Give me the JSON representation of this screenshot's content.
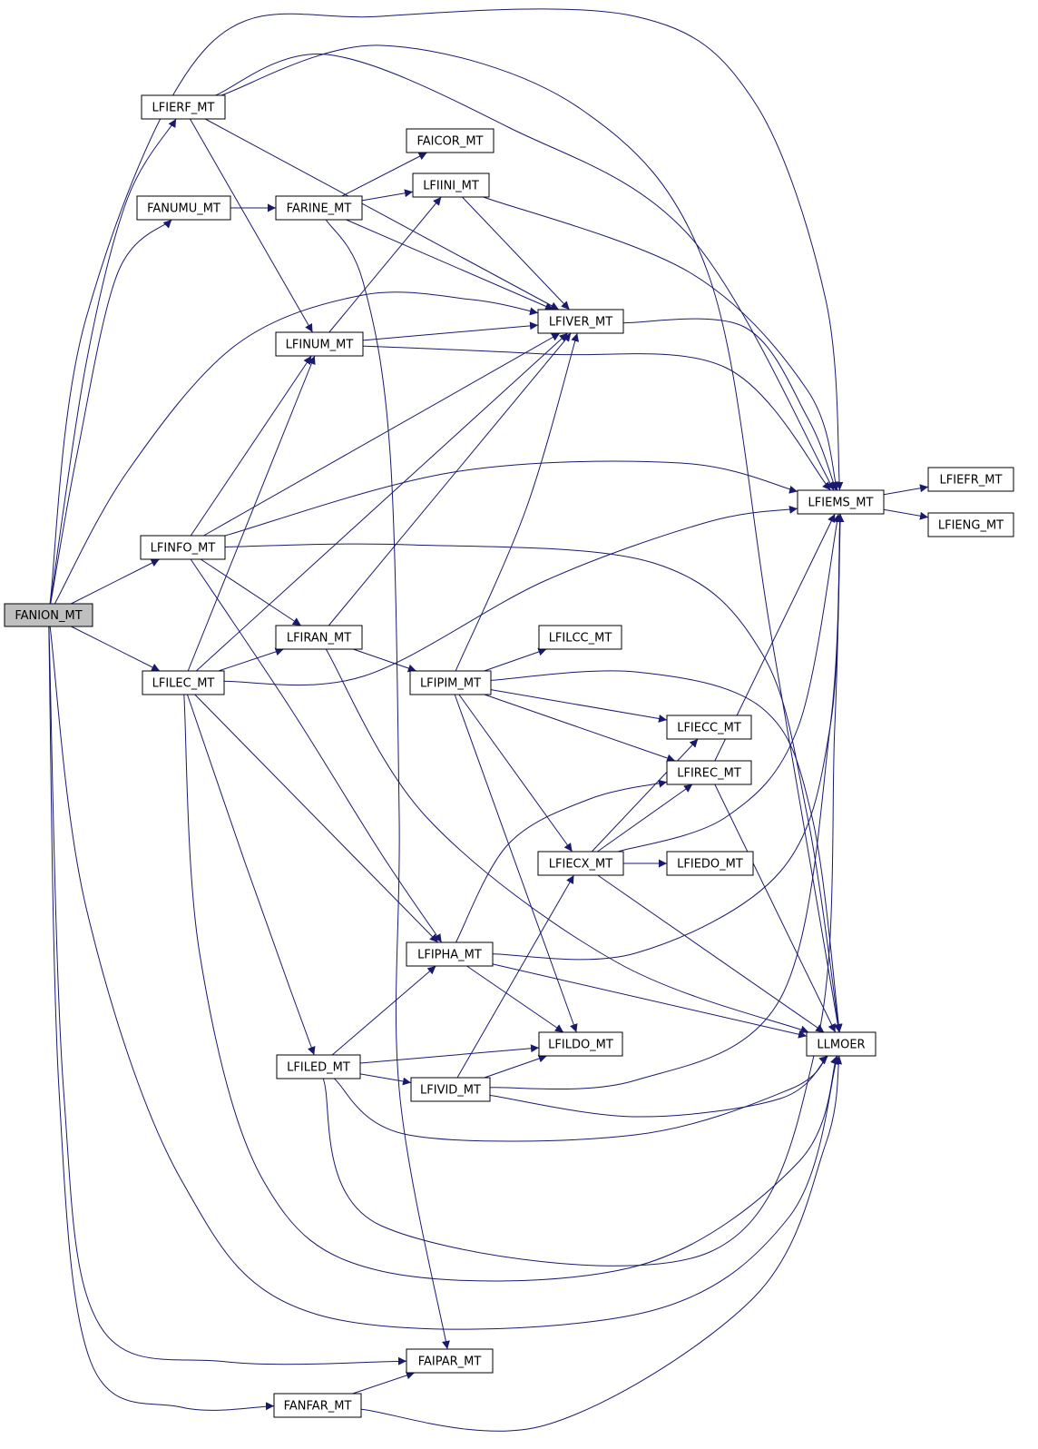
{
  "colors": {
    "edge": "#191970",
    "node_fill": "#ffffff",
    "root_fill": "#bfbfbf",
    "node_stroke": "#000000"
  },
  "root": "FANION_MT",
  "nodes": [
    {
      "id": "FANION_MT",
      "label": "FANION_MT"
    },
    {
      "id": "LFIERF_MT",
      "label": "LFIERF_MT"
    },
    {
      "id": "FANUMU_MT",
      "label": "FANUMU_MT"
    },
    {
      "id": "FARINE_MT",
      "label": "FARINE_MT"
    },
    {
      "id": "FAICOR_MT",
      "label": "FAICOR_MT"
    },
    {
      "id": "LFIINI_MT",
      "label": "LFIINI_MT"
    },
    {
      "id": "LFIVER_MT",
      "label": "LFIVER_MT"
    },
    {
      "id": "LFINUM_MT",
      "label": "LFINUM_MT"
    },
    {
      "id": "LFIEMS_MT",
      "label": "LFIEMS_MT"
    },
    {
      "id": "LFIEFR_MT",
      "label": "LFIEFR_MT"
    },
    {
      "id": "LFIENG_MT",
      "label": "LFIENG_MT"
    },
    {
      "id": "LFINFO_MT",
      "label": "LFINFO_MT"
    },
    {
      "id": "LFIRAN_MT",
      "label": "LFIRAN_MT"
    },
    {
      "id": "LFILCC_MT",
      "label": "LFILCC_MT"
    },
    {
      "id": "LFILEC_MT",
      "label": "LFILEC_MT"
    },
    {
      "id": "LFIPIM_MT",
      "label": "LFIPIM_MT"
    },
    {
      "id": "LFIECC_MT",
      "label": "LFIECC_MT"
    },
    {
      "id": "LFIREC_MT",
      "label": "LFIREC_MT"
    },
    {
      "id": "LFIECX_MT",
      "label": "LFIECX_MT"
    },
    {
      "id": "LFIEDO_MT",
      "label": "LFIEDO_MT"
    },
    {
      "id": "LFIPHA_MT",
      "label": "LFIPHA_MT"
    },
    {
      "id": "LLMOER",
      "label": "LLMOER"
    },
    {
      "id": "LFILDO_MT",
      "label": "LFILDO_MT"
    },
    {
      "id": "LFILED_MT",
      "label": "LFILED_MT"
    },
    {
      "id": "LFIVID_MT",
      "label": "LFIVID_MT"
    },
    {
      "id": "FAIPAR_MT",
      "label": "FAIPAR_MT"
    },
    {
      "id": "FANFAR_MT",
      "label": "FANFAR_MT"
    }
  ],
  "edges": [
    {
      "from": "FANION_MT",
      "to": "LFIERF_MT"
    },
    {
      "from": "FANION_MT",
      "to": "FANUMU_MT"
    },
    {
      "from": "FANION_MT",
      "to": "LFINFO_MT"
    },
    {
      "from": "FANION_MT",
      "to": "LFILEC_MT"
    },
    {
      "from": "FANION_MT",
      "to": "LFIVER_MT"
    },
    {
      "from": "FANION_MT",
      "to": "LFIEMS_MT"
    },
    {
      "from": "FANION_MT",
      "to": "LLMOER"
    },
    {
      "from": "FANION_MT",
      "to": "FAIPAR_MT"
    },
    {
      "from": "FANION_MT",
      "to": "FANFAR_MT"
    },
    {
      "from": "LFIERF_MT",
      "to": "LFINUM_MT"
    },
    {
      "from": "LFIERF_MT",
      "to": "LFIVER_MT"
    },
    {
      "from": "LFIERF_MT",
      "to": "LFIEMS_MT"
    },
    {
      "from": "LFIERF_MT",
      "to": "LLMOER"
    },
    {
      "from": "FANUMU_MT",
      "to": "FARINE_MT"
    },
    {
      "from": "FARINE_MT",
      "to": "FAICOR_MT"
    },
    {
      "from": "FARINE_MT",
      "to": "LFIINI_MT"
    },
    {
      "from": "FARINE_MT",
      "to": "LFIVER_MT"
    },
    {
      "from": "FARINE_MT",
      "to": "FAIPAR_MT"
    },
    {
      "from": "LFIINI_MT",
      "to": "LFIVER_MT"
    },
    {
      "from": "LFIINI_MT",
      "to": "LFIEMS_MT"
    },
    {
      "from": "LFINUM_MT",
      "to": "LFIINI_MT"
    },
    {
      "from": "LFINUM_MT",
      "to": "LFIVER_MT"
    },
    {
      "from": "LFINUM_MT",
      "to": "LFIEMS_MT"
    },
    {
      "from": "LFIVER_MT",
      "to": "LFIEMS_MT"
    },
    {
      "from": "LFIEMS_MT",
      "to": "LFIEFR_MT"
    },
    {
      "from": "LFIEMS_MT",
      "to": "LFIENG_MT"
    },
    {
      "from": "LFINFO_MT",
      "to": "LFINUM_MT"
    },
    {
      "from": "LFINFO_MT",
      "to": "LFIVER_MT"
    },
    {
      "from": "LFINFO_MT",
      "to": "LFIEMS_MT"
    },
    {
      "from": "LFINFO_MT",
      "to": "LFIRAN_MT"
    },
    {
      "from": "LFINFO_MT",
      "to": "LFIPHA_MT"
    },
    {
      "from": "LFINFO_MT",
      "to": "LLMOER"
    },
    {
      "from": "LFILEC_MT",
      "to": "LFINUM_MT"
    },
    {
      "from": "LFILEC_MT",
      "to": "LFIRAN_MT"
    },
    {
      "from": "LFILEC_MT",
      "to": "LFIVER_MT"
    },
    {
      "from": "LFILEC_MT",
      "to": "LFIEMS_MT"
    },
    {
      "from": "LFILEC_MT",
      "to": "LFIPHA_MT"
    },
    {
      "from": "LFILEC_MT",
      "to": "LFILED_MT"
    },
    {
      "from": "LFILEC_MT",
      "to": "LLMOER"
    },
    {
      "from": "LFIRAN_MT",
      "to": "LFIVER_MT"
    },
    {
      "from": "LFIRAN_MT",
      "to": "LFIPIM_MT"
    },
    {
      "from": "LFIRAN_MT",
      "to": "LLMOER"
    },
    {
      "from": "LFIPIM_MT",
      "to": "LFIVER_MT"
    },
    {
      "from": "LFIPIM_MT",
      "to": "LFILCC_MT"
    },
    {
      "from": "LFIPIM_MT",
      "to": "LFIECC_MT"
    },
    {
      "from": "LFIPIM_MT",
      "to": "LFIREC_MT"
    },
    {
      "from": "LFIPIM_MT",
      "to": "LFIECX_MT"
    },
    {
      "from": "LFIPIM_MT",
      "to": "LFILDO_MT"
    },
    {
      "from": "LFIPIM_MT",
      "to": "LLMOER"
    },
    {
      "from": "LFIREC_MT",
      "to": "LFIEMS_MT"
    },
    {
      "from": "LFIREC_MT",
      "to": "LLMOER"
    },
    {
      "from": "LFIECX_MT",
      "to": "LFIECC_MT"
    },
    {
      "from": "LFIECX_MT",
      "to": "LFIREC_MT"
    },
    {
      "from": "LFIECX_MT",
      "to": "LFIEDO_MT"
    },
    {
      "from": "LFIECX_MT",
      "to": "LFIEMS_MT"
    },
    {
      "from": "LFIECX_MT",
      "to": "LLMOER"
    },
    {
      "from": "LFIPHA_MT",
      "to": "LFIREC_MT"
    },
    {
      "from": "LFIPHA_MT",
      "to": "LFIEMS_MT"
    },
    {
      "from": "LFIPHA_MT",
      "to": "LFILDO_MT"
    },
    {
      "from": "LFIPHA_MT",
      "to": "LLMOER"
    },
    {
      "from": "LFILED_MT",
      "to": "LFIPHA_MT"
    },
    {
      "from": "LFILED_MT",
      "to": "LFILDO_MT"
    },
    {
      "from": "LFILED_MT",
      "to": "LFIVID_MT"
    },
    {
      "from": "LFILED_MT",
      "to": "LFIEMS_MT"
    },
    {
      "from": "LFILED_MT",
      "to": "LLMOER"
    },
    {
      "from": "LFIVID_MT",
      "to": "LFIECX_MT"
    },
    {
      "from": "LFIVID_MT",
      "to": "LFILDO_MT"
    },
    {
      "from": "LFIVID_MT",
      "to": "LFIEMS_MT"
    },
    {
      "from": "LFIVID_MT",
      "to": "LLMOER"
    },
    {
      "from": "FANFAR_MT",
      "to": "FAIPAR_MT"
    },
    {
      "from": "FANFAR_MT",
      "to": "LLMOER"
    }
  ]
}
